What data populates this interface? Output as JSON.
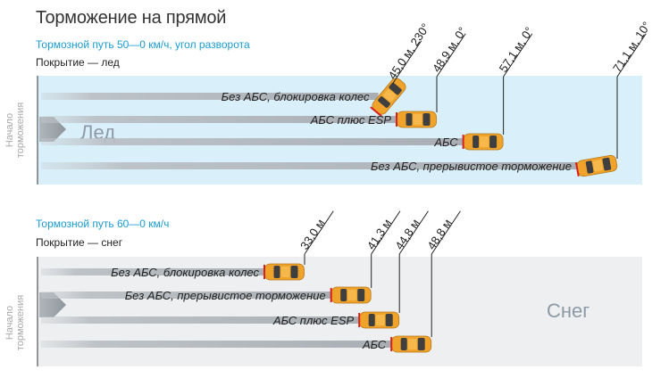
{
  "title": "Торможение на прямой",
  "panels": [
    {
      "subtitle": "Тормозной путь 50—0 км/ч, угол разворота",
      "surface": "Покрытие — лед",
      "zone": "Лед",
      "start": [
        "Начало",
        "торможения"
      ],
      "bg_color": "#d9f0fb",
      "rows": [
        {
          "label": "Без АБС, блокировка колес",
          "measure": "45,0 м, 230°",
          "distance_m": 45.0,
          "angle_deg": 230
        },
        {
          "label": "АБС плюс ESP",
          "measure": "48,9 м, 0°",
          "distance_m": 48.9,
          "angle_deg": 0
        },
        {
          "label": "АБС",
          "measure": "57,1 м, 0°",
          "distance_m": 57.1,
          "angle_deg": 0
        },
        {
          "label": "Без АБС, прерывистое торможение",
          "measure": "71,1 м, 10°",
          "distance_m": 71.1,
          "angle_deg": 10
        }
      ]
    },
    {
      "subtitle": "Тормозной путь 60—0 км/ч",
      "surface": "Покрытие — снег",
      "zone": "Снег",
      "start": [
        "Начало",
        "торможения"
      ],
      "bg_color": "#eeeff0",
      "rows": [
        {
          "label": "Без АБС, блокировка колес",
          "measure": "33,0 м",
          "distance_m": 33.0,
          "angle_deg": 0
        },
        {
          "label": "Без АБС, прерывистое торможение",
          "measure": "41,3 м",
          "distance_m": 41.3,
          "angle_deg": 0
        },
        {
          "label": "АБС плюс ESP",
          "measure": "44,8 м",
          "distance_m": 44.8,
          "angle_deg": 0
        },
        {
          "label": "АБС",
          "measure": "48,8 м",
          "distance_m": 48.8,
          "angle_deg": 0
        }
      ]
    }
  ],
  "colors": {
    "car_body": "#f0a32a",
    "car_window": "#3f3f3f",
    "brake_light": "#d82020",
    "guide": "#222222"
  }
}
